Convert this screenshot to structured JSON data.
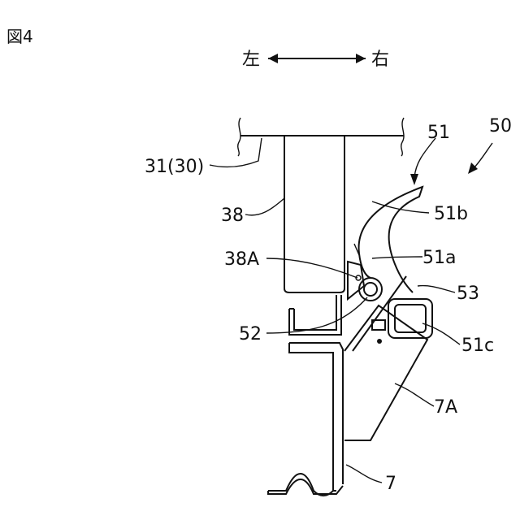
{
  "figure_label": "図4",
  "direction": {
    "left": "左",
    "right": "右"
  },
  "labels": {
    "l50": "50",
    "l51": "51",
    "l51b": "51b",
    "l51a": "51a",
    "l53": "53",
    "l51c": "51c",
    "l31": "31(30)",
    "l38": "38",
    "l38A": "38A",
    "l52": "52",
    "l7A": "7A",
    "l7": "7"
  }
}
